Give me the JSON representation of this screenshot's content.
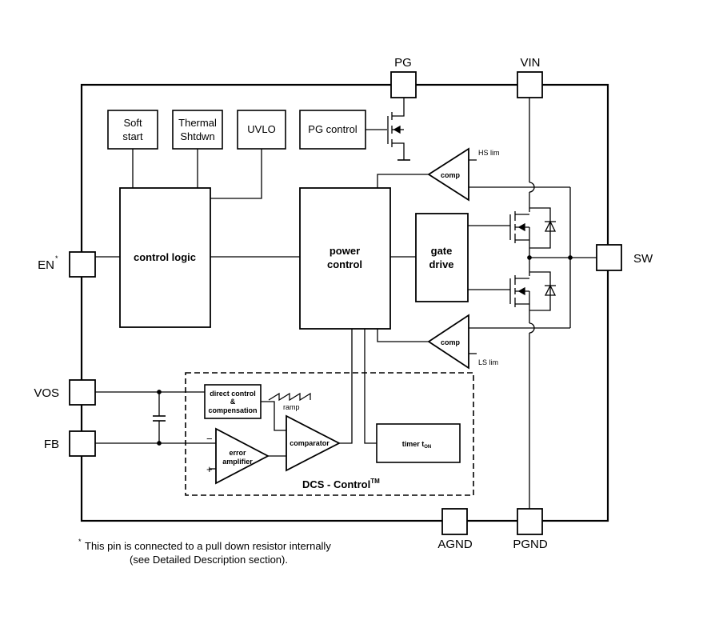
{
  "pins": {
    "pg": "PG",
    "vin": "VIN",
    "en": "EN",
    "en_mark": "*",
    "sw": "SW",
    "vos": "VOS",
    "fb": "FB",
    "agnd": "AGND",
    "pgnd": "PGND"
  },
  "blocks": {
    "soft_start": [
      "Soft",
      "start"
    ],
    "thermal_shutdown": [
      "Thermal",
      "Shtdwn"
    ],
    "uvlo": "UVLO",
    "pg_control": "PG control",
    "control_logic": "control logic",
    "power_control": [
      "power",
      "control"
    ],
    "gate_drive": [
      "gate",
      "drive"
    ],
    "direct_control": [
      "direct control",
      "&",
      "compensation"
    ],
    "comparator": "comparator",
    "error_amplifier": [
      "error",
      "amplifier"
    ],
    "timer": "timer t",
    "timer_sub": "ON",
    "comp_high": "comp",
    "comp_low": "comp"
  },
  "labels": {
    "hs_lim": "HS lim",
    "ls_lim": "LS lim",
    "ramp": "ramp",
    "minus": "−",
    "plus": "+",
    "dcs_title": "DCS - Control",
    "dcs_tm": "TM"
  },
  "footnote": {
    "mark": "*",
    "line1": "This pin is connected to a pull down resistor internally",
    "line2": "(see Detailed Description section)."
  }
}
